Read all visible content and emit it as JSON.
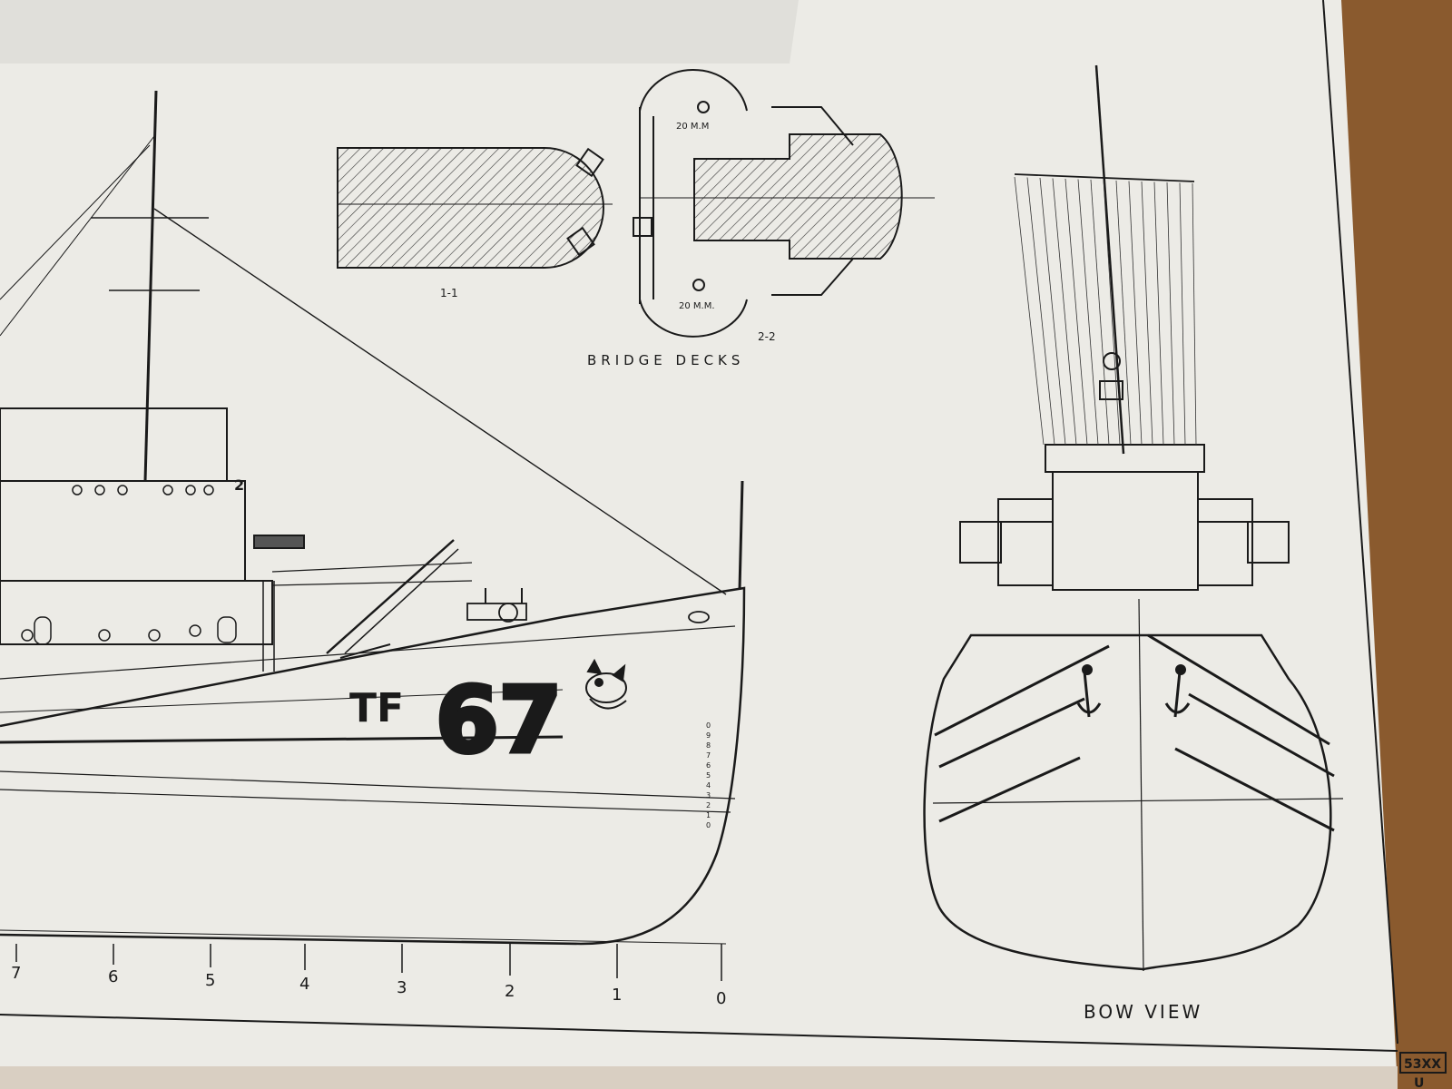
{
  "labels": {
    "section_1": "1-1",
    "section_2": "2-2",
    "bridge_title": "BRIDGE DECKS",
    "gun_upper": "20 M.M",
    "gun_lower": "20 M.M.",
    "hull_prefix": "TF",
    "hull_number": "67",
    "bow_title": "BOW VIEW",
    "sheet_code": "53XX",
    "marker": "2",
    "corner_mark": "U"
  },
  "scale_ticks": [
    "7",
    "6",
    "5",
    "4",
    "3",
    "2",
    "1",
    "0"
  ],
  "draft_marks": [
    "0",
    "9",
    "8",
    "7",
    "6",
    "5",
    "4",
    "3",
    "2",
    "1",
    "0"
  ],
  "icons": [
    "scotty-dog-emblem",
    "anchor-bow-port",
    "anchor-bow-starboard"
  ],
  "colors": {
    "paper": "#ecebe6",
    "ink": "#1a1a1a",
    "table": "#8a5a2e"
  }
}
